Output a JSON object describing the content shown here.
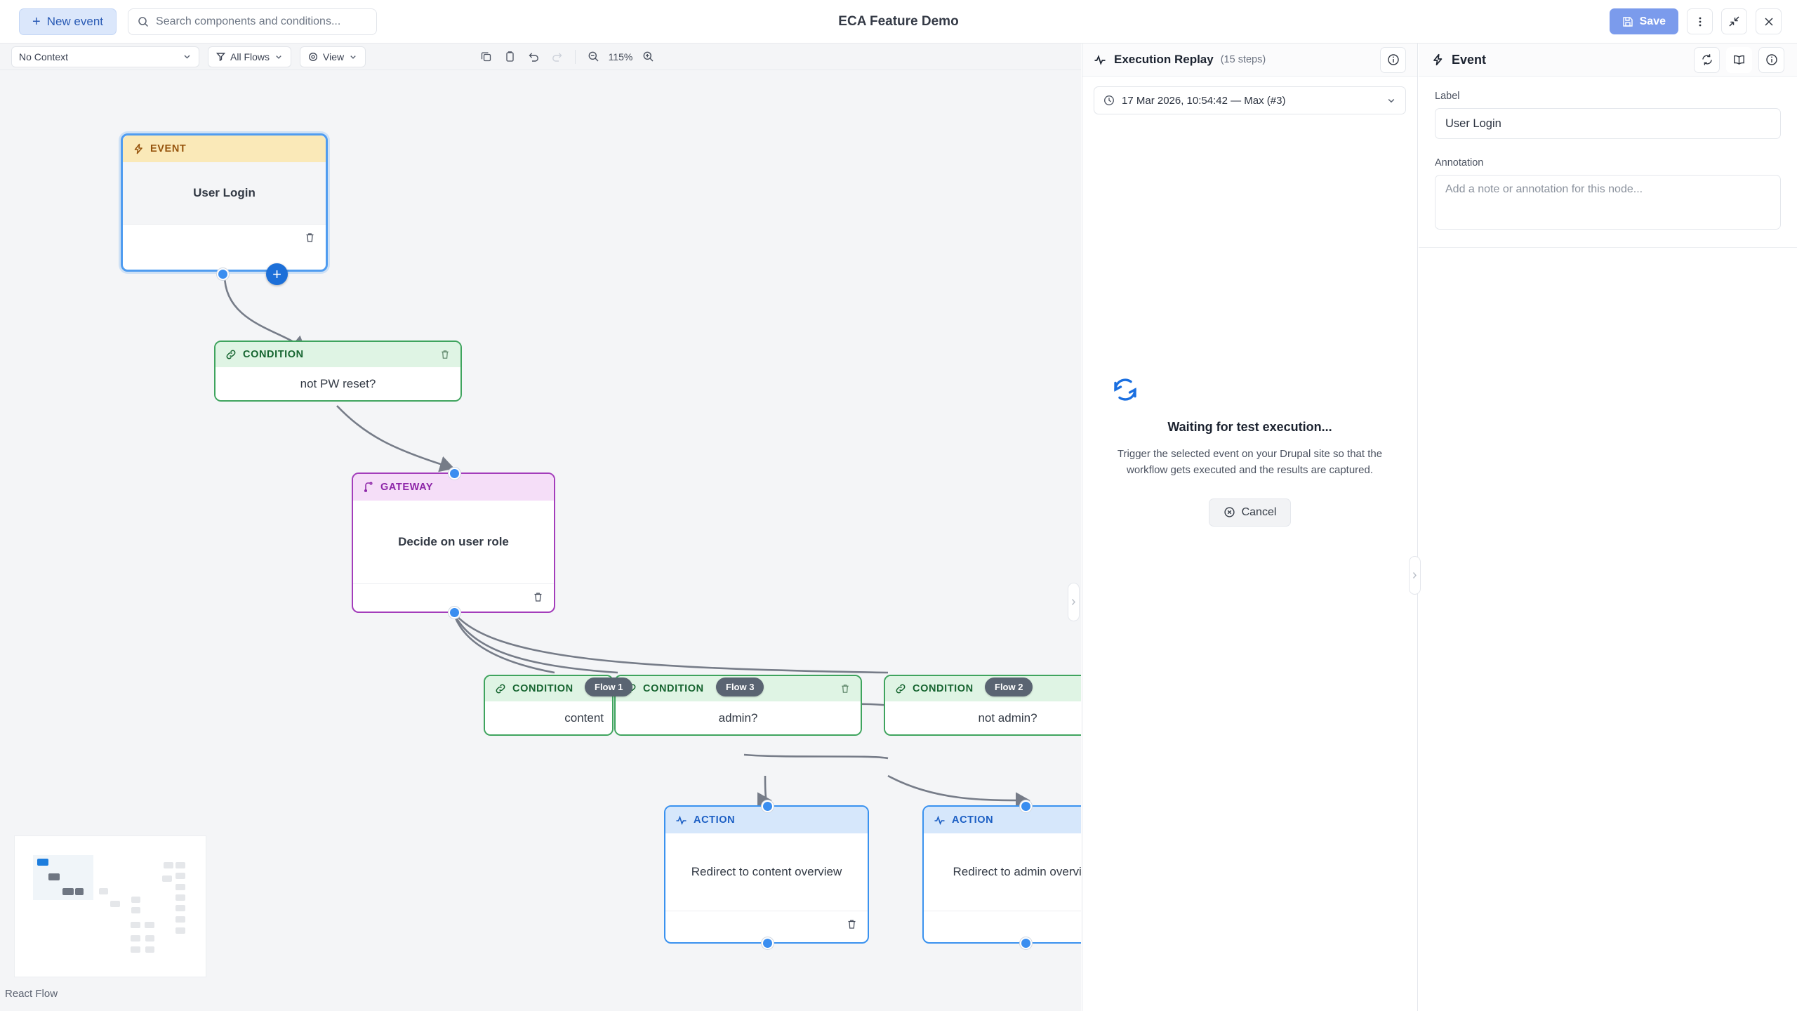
{
  "topbar": {
    "new_event_label": "New event",
    "new_event_plus": "+",
    "search_placeholder": "Search components and conditions...",
    "app_title": "ECA Feature Demo",
    "save_label": "Save",
    "more_icon": "kebab-menu-icon",
    "collapse_icon": "collapse-diagonal-icon",
    "close_icon": "close-icon"
  },
  "toolbar": {
    "context_value": "No Context",
    "flows_label": "All Flows",
    "view_label": "View",
    "zoom_level": "115%",
    "copy_icon": "copy-icon",
    "paste_icon": "paste-icon",
    "undo_icon": "undo-icon",
    "redo_icon": "redo-icon"
  },
  "canvas": {
    "nodes": [
      {
        "type": "EVENT",
        "label": "User Login"
      },
      {
        "type": "CONDITION",
        "label": "not PW reset?"
      },
      {
        "type": "GATEWAY",
        "label": "Decide on user role"
      },
      {
        "type": "CONDITION",
        "label": "content"
      },
      {
        "type": "CONDITION",
        "label": "admin?"
      },
      {
        "type": "CONDITION",
        "label": "not admin?"
      },
      {
        "type": "ACTION",
        "label": "Redirect to content overview"
      },
      {
        "type": "ACTION",
        "label": "Redirect to admin overview"
      }
    ],
    "flow_labels": [
      "Flow 1",
      "Flow 3",
      "Flow 2"
    ],
    "attribution": "React Flow"
  },
  "replay": {
    "title": "Execution Replay",
    "steps": "(15 steps)",
    "selected_run": "17 Mar 2026, 10:54:42 — Max (#3)",
    "waiting_title": "Waiting for test execution...",
    "waiting_body": "Trigger the selected event on your Drupal site so that the workflow gets executed and the results are captured.",
    "cancel_label": "Cancel",
    "info_icon": "info-circle-icon",
    "clock_icon": "clock-icon",
    "spinner_icon": "refresh-spinner-icon"
  },
  "inspector": {
    "title": "Event",
    "bolt_icon": "lightning-bolt-icon",
    "refresh_icon": "refresh-icon",
    "book_icon": "book-icon",
    "info_icon": "info-circle-icon",
    "label_caption": "Label",
    "label_value": "User Login",
    "annotation_caption": "Annotation",
    "annotation_placeholder": "Add a note or annotation for this node..."
  },
  "colors": {
    "accent_blue": "#3a8ef0",
    "event_yellow": "#fae9b8",
    "condition_green": "#dff4e4",
    "gateway_purple": "#f5def8",
    "action_blue": "#d6e7fb",
    "save_button": "#7b9bec"
  }
}
